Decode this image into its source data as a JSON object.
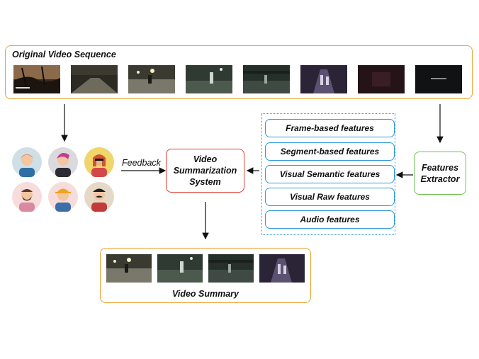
{
  "original_sequence": {
    "title": "Original Video Sequence",
    "frame_count": 8
  },
  "feedback": {
    "label": "Feedback"
  },
  "system": {
    "label_line1": "Video",
    "label_line2": "Summarization",
    "label_line3": "System"
  },
  "extractor": {
    "label_line1": "Features",
    "label_line2": "Extractor"
  },
  "features": [
    {
      "label": "Frame-based features"
    },
    {
      "label": "Segment-based features"
    },
    {
      "label": "Visual Semantic  features"
    },
    {
      "label": "Visual Raw  features"
    },
    {
      "label": "Audio features"
    }
  ],
  "summary": {
    "title": "Video Summary",
    "frame_count": 4
  },
  "users": [
    "user-avatar-redhair",
    "user-avatar-pinkhair",
    "user-avatar-sunglasses",
    "user-avatar-beard",
    "user-avatar-hardhat",
    "user-avatar-mustache"
  ],
  "colors": {
    "sequence_border": "#f0a030",
    "system_border": "#e03c31",
    "extractor_border": "#6cc24a",
    "features_border": "#2f9ad8"
  }
}
